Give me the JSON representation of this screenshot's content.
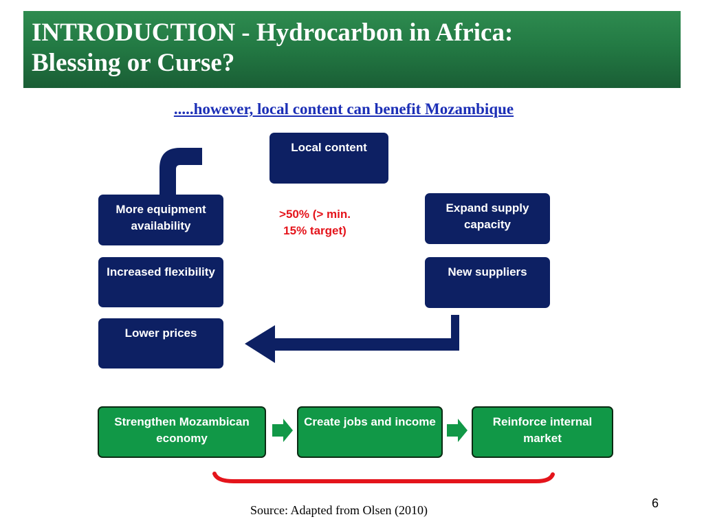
{
  "header": {
    "title_line1": "INTRODUCTION - Hydrocarbon in Africa:",
    "title_line2": "Blessing or Curse?"
  },
  "subtitle": ".....however, local content can benefit Mozambique",
  "cycle": {
    "top": "Local content",
    "center_note": ">50% (> min. 15% target)",
    "left": [
      "More equipment availability",
      "Increased flexibility",
      "Lower prices"
    ],
    "right": [
      "Expand supply capacity",
      "New suppliers"
    ]
  },
  "benefits": [
    "Strengthen Mozambican economy",
    "Create jobs and income",
    "Reinforce internal market"
  ],
  "source": "Source: Adapted from Olsen (2010)",
  "page_number": "6",
  "colors": {
    "header_green": "#237a44",
    "navy": "#0d2063",
    "benefit_green": "#119847",
    "note_red": "#e4141b",
    "subtitle_blue": "#1c2fb6"
  }
}
